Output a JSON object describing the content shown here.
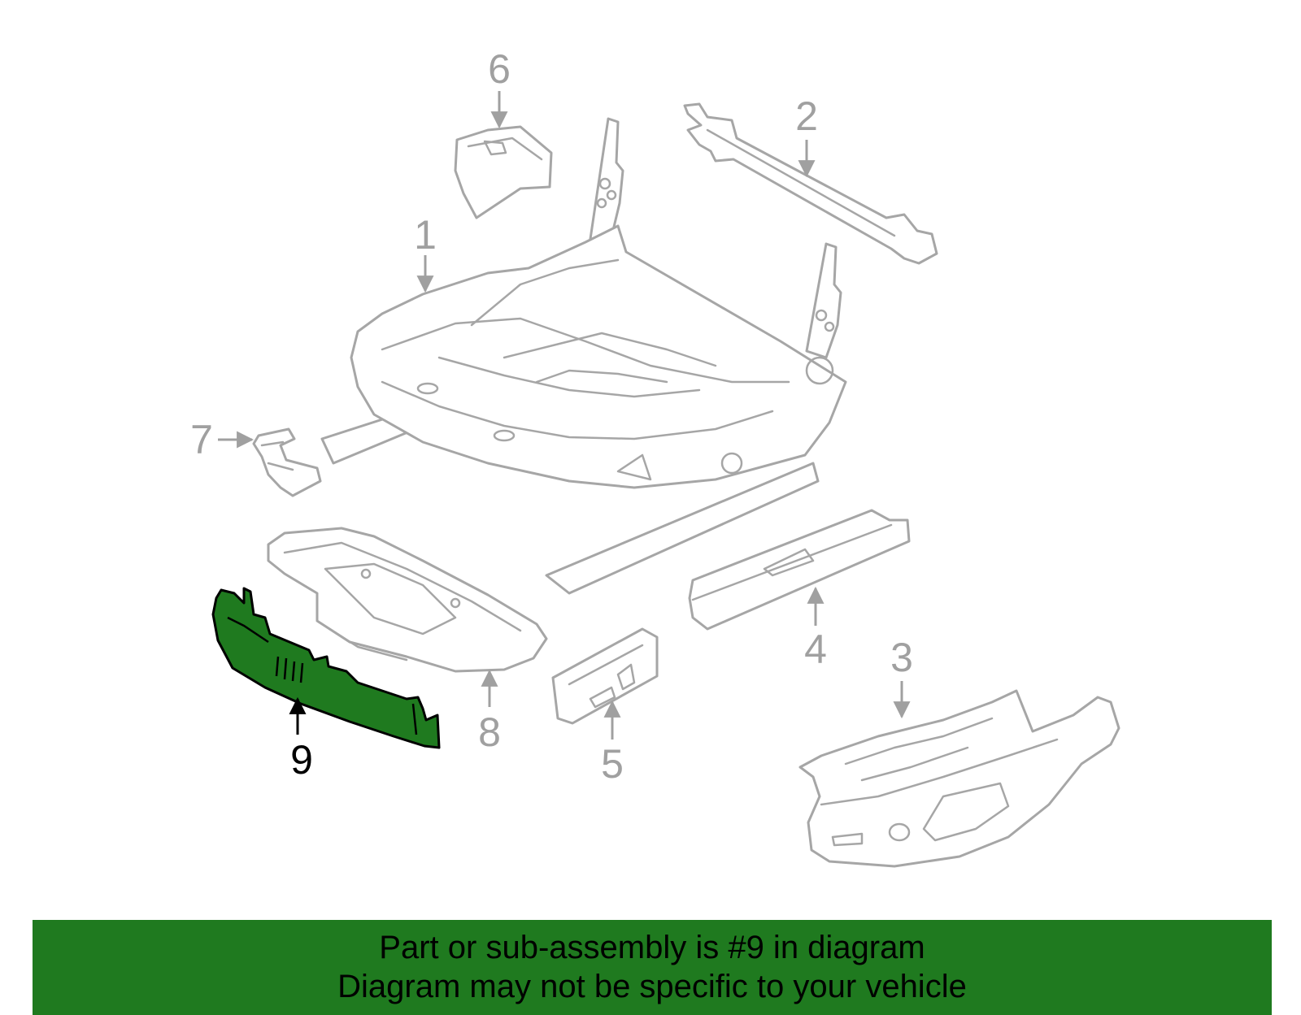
{
  "callouts": [
    "1",
    "2",
    "3",
    "4",
    "5",
    "6",
    "7",
    "8",
    "9"
  ],
  "highlighted_part": "9",
  "banner": {
    "line1": "Part or sub-assembly is #9 in diagram",
    "line2": "Diagram may not be specific to your vehicle"
  },
  "colors": {
    "highlight": "#1f7a1f",
    "line_art": "#a6a6a6",
    "banner": "#1f7a1f"
  }
}
